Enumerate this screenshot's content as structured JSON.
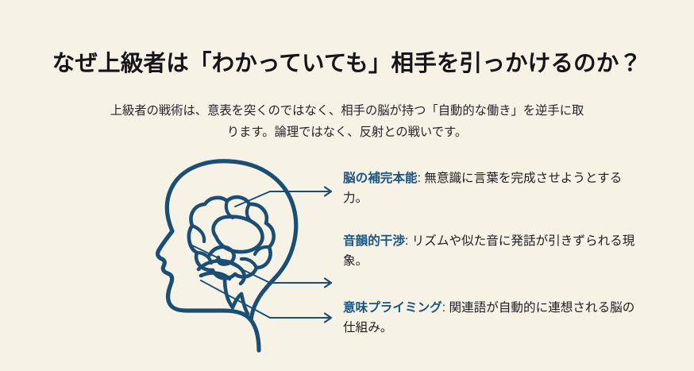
{
  "slide": {
    "title": "なぜ上級者は「わかっていても」相手を引っかけるのか？",
    "subtitle": "上級者の戦術は、意表を突くのではなく、相手の脳が持つ「自動的な働き」を逆手に取ります。論理ではなく、反射との戦いです。",
    "background_color": "#F6F2E6",
    "accent_color": "#1A5580",
    "title_color": "#16161A",
    "body_color": "#1E1E22"
  },
  "illustration": {
    "name": "head-brain-line-art",
    "stroke_color": "#1A4E75",
    "description": "人物の横顔と脳の線画"
  },
  "annotations": [
    {
      "label": "脳の補完本能",
      "separator": ": ",
      "body": "無意識に言葉を完成させようとする力。",
      "arrow_name": "leader-arrow-1"
    },
    {
      "label": "音韻的干渉",
      "separator": ": ",
      "body": "リズムや似た音に発話が引きずられる現象。",
      "arrow_name": "leader-arrow-2"
    },
    {
      "label": "意味プライミング",
      "separator": ": ",
      "body": "関連語が自動的に連想される脳の仕組み。",
      "arrow_name": "leader-arrow-3"
    }
  ]
}
